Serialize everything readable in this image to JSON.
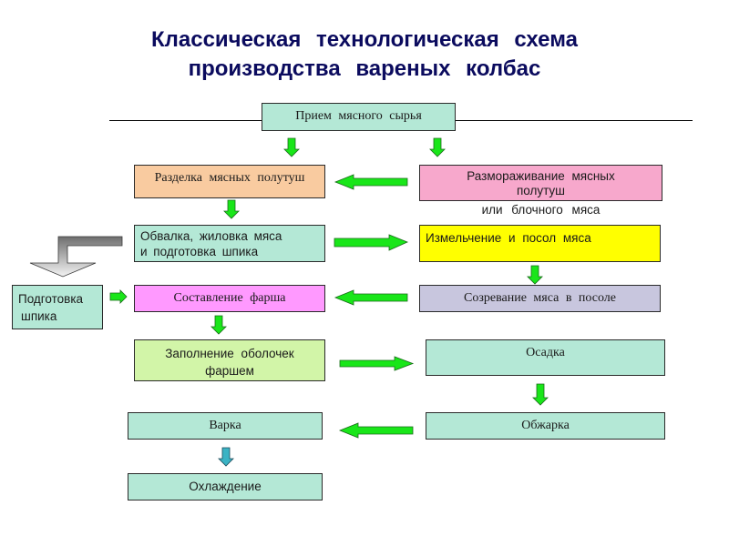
{
  "title": {
    "line1": "Классическая технологическая схема",
    "line2": "производства вареных колбас"
  },
  "colors": {
    "title": "#0b0b5e",
    "arrow_green": "#19e619",
    "arrow_teal": "#3bb3c4",
    "arrow_gray": "#8a8a8a",
    "box_mint": "#b4e8d6",
    "box_peach": "#f9cba0",
    "box_pink": "#f7a8cc",
    "box_yellow": "#ffff00",
    "box_magenta": "#ff99ff",
    "box_lavender": "#c8c6de",
    "box_lightgreen": "#d2f5a8"
  },
  "steps": {
    "reception": "Прием мясного сырья",
    "cutting": "Разделка мясных полутуш",
    "thawing": "Размораживание мясных полутуш",
    "thawing_note": "или блочного мяса",
    "deboning_line1": "Обвалка, жиловка мяса",
    "deboning_line2": "и подготовка шпика",
    "grinding": "Измельчение и посол мяса",
    "fat_prep_line1": "Подготовка",
    "fat_prep_line2": "шпика",
    "mince": "Составление фарша",
    "curing": "Созревание мяса в посоле",
    "filling_line1": "Заполнение оболочек",
    "filling_line2": "фаршем",
    "settling": "Осадка",
    "cooking": "Варка",
    "roasting": "Обжарка",
    "cooling": "Охлаждение"
  },
  "flows": [
    {
      "from": "reception",
      "to": "cutting",
      "direction": "down"
    },
    {
      "from": "reception",
      "to": "thawing",
      "direction": "down"
    },
    {
      "from": "thawing",
      "to": "cutting",
      "direction": "left"
    },
    {
      "from": "cutting",
      "to": "deboning",
      "direction": "down"
    },
    {
      "from": "deboning",
      "to": "grinding",
      "direction": "right"
    },
    {
      "from": "deboning",
      "to": "fat_prep",
      "direction": "bent-down"
    },
    {
      "from": "grinding",
      "to": "curing",
      "direction": "down"
    },
    {
      "from": "curing",
      "to": "mince",
      "direction": "left"
    },
    {
      "from": "fat_prep",
      "to": "mince",
      "direction": "right"
    },
    {
      "from": "mince",
      "to": "filling",
      "direction": "down"
    },
    {
      "from": "filling",
      "to": "settling",
      "direction": "right"
    },
    {
      "from": "settling",
      "to": "roasting",
      "direction": "down"
    },
    {
      "from": "roasting",
      "to": "cooking",
      "direction": "left"
    },
    {
      "from": "cooking",
      "to": "cooling",
      "direction": "down"
    }
  ]
}
